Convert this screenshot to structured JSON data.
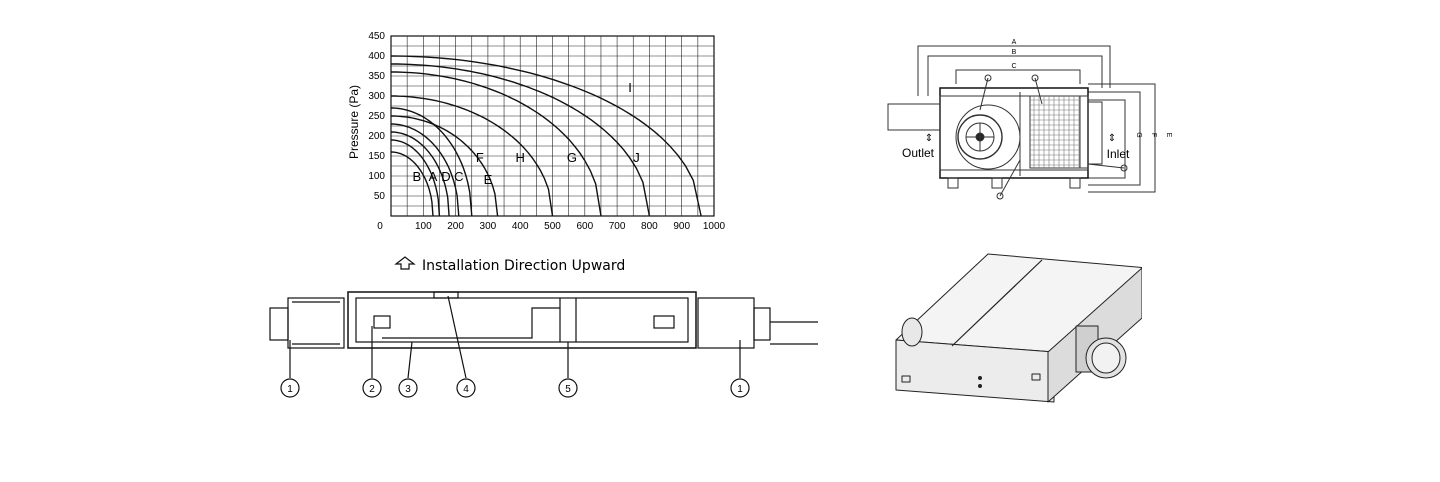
{
  "chart_data": {
    "type": "line",
    "ylabel": "Pressure (Pa)",
    "xlabel": "",
    "xlim": [
      0,
      1000
    ],
    "ylim": [
      0,
      450
    ],
    "x_ticks": [
      "100",
      "200",
      "300",
      "400",
      "500",
      "600",
      "700",
      "800",
      "900",
      "1000"
    ],
    "y_ticks": [
      "50",
      "100",
      "150",
      "200",
      "250",
      "300",
      "350",
      "400",
      "450"
    ],
    "origin_label": "0",
    "grid": true,
    "series": [
      {
        "name": "B",
        "p0": 160,
        "q0": 130,
        "label_x": 80,
        "label_y": 88
      },
      {
        "name": "A",
        "p0": 190,
        "q0": 150,
        "label_x": 130,
        "label_y": 88
      },
      {
        "name": "D",
        "p0": 210,
        "q0": 180,
        "label_x": 170,
        "label_y": 88
      },
      {
        "name": "C",
        "p0": 230,
        "q0": 210,
        "label_x": 210,
        "label_y": 88
      },
      {
        "name": "E",
        "p0": 250,
        "q0": 330,
        "label_x": 300,
        "label_y": 80
      },
      {
        "name": "F",
        "p0": 270,
        "q0": 250,
        "label_x": 275,
        "label_y": 135
      },
      {
        "name": "H",
        "p0": 300,
        "q0": 500,
        "label_x": 400,
        "label_y": 135
      },
      {
        "name": "G",
        "p0": 360,
        "q0": 650,
        "label_x": 560,
        "label_y": 135
      },
      {
        "name": "J",
        "p0": 380,
        "q0": 800,
        "label_x": 760,
        "label_y": 135
      },
      {
        "name": "I",
        "p0": 400,
        "q0": 960,
        "label_x": 740,
        "label_y": 310
      }
    ]
  },
  "schematic": {
    "dims": [
      "A",
      "B",
      "C",
      "G",
      "F",
      "E"
    ],
    "outlet_label": "Outlet",
    "inlet_label": "Inlet"
  },
  "side_view": {
    "title": "Installation Direction Upward",
    "callouts": [
      "1",
      "2",
      "3",
      "4",
      "5",
      "1"
    ]
  },
  "iso_view": {}
}
